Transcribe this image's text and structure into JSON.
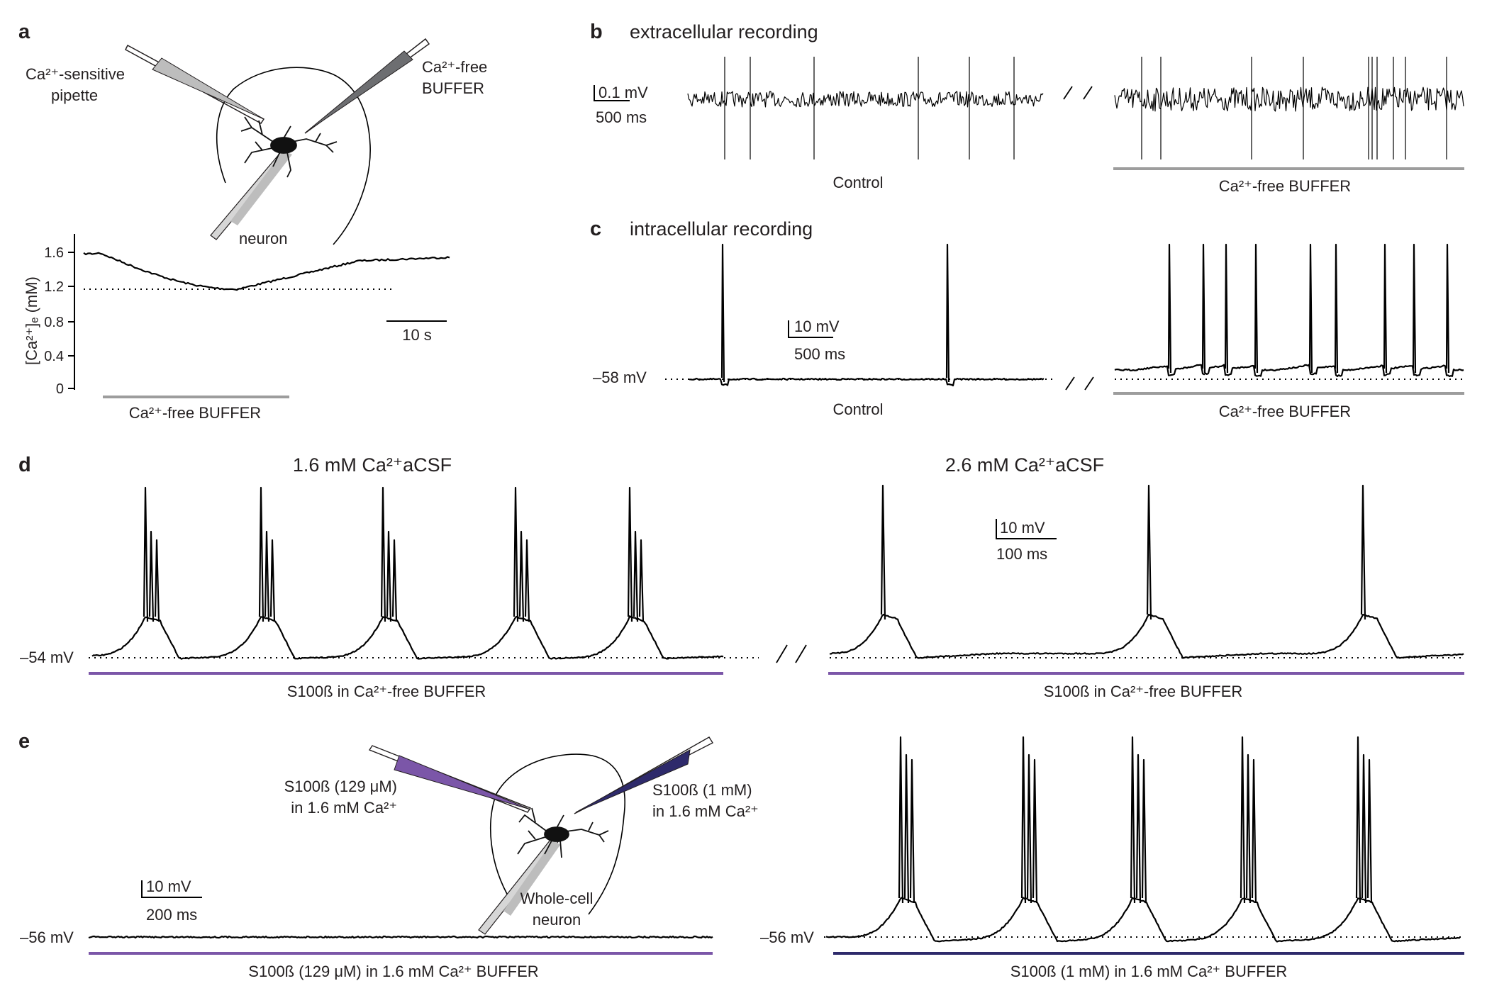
{
  "panels": {
    "a": {
      "letter": "a",
      "pipette_left": "Ca²⁺-sensitive pipette",
      "pipette_left_l1": "Ca²⁺-sensitive",
      "pipette_left_l2": "pipette",
      "pipette_right_l1": "Ca²⁺-free",
      "pipette_right_l2": "BUFFER",
      "neuron": "neuron",
      "ylabel": "[Ca²⁺]ₑ (mM)",
      "yticks": [
        "1.6",
        "1.2",
        "0.8",
        "0.4",
        "0"
      ],
      "scale_time": "10 s",
      "bar_label": "Ca²⁺-free BUFFER"
    },
    "b": {
      "letter": "b",
      "title": "extracellular recording",
      "scale_v": "0.1 mV",
      "scale_t": "500 ms",
      "left_label": "Control",
      "right_label": "Ca²⁺-free BUFFER"
    },
    "c": {
      "letter": "c",
      "title": "intracellular recording",
      "scale_v": "10 mV",
      "scale_t": "500 ms",
      "baseline": "–58 mV",
      "left_label": "Control",
      "right_label": "Ca²⁺-free BUFFER"
    },
    "d": {
      "letter": "d",
      "title_left": "1.6 mM Ca²⁺aCSF",
      "title_right": "2.6 mM Ca²⁺aCSF",
      "scale_v": "10 mV",
      "scale_t": "100 ms",
      "baseline": "–54 mV",
      "left_label": "S100ß in Ca²⁺-free BUFFER",
      "right_label": "S100ß in Ca²⁺-free BUFFER"
    },
    "e": {
      "letter": "e",
      "pipette_left_l1": "S100ß (129 μM)",
      "pipette_left_l2": "in 1.6 mM Ca²⁺",
      "pipette_right_l1": "S100ß (1 mM)",
      "pipette_right_l2": "in 1.6 mM Ca²⁺",
      "neuron_l1": "Whole-cell",
      "neuron_l2": "neuron",
      "scale_v": "10 mV",
      "scale_t": "200 ms",
      "baseline_left": "–56 mV",
      "baseline_right": "–56 mV",
      "left_label": "S100ß (129 μM) in 1.6 mM Ca²⁺ BUFFER",
      "right_label": "S100ß (1 mM) in 1.6 mM Ca²⁺ BUFFER"
    }
  },
  "colors": {
    "trace": "#000000",
    "bar_gray": "#9d9d9d",
    "bar_purple": "#7b56a8",
    "bar_navy": "#2e2a6b",
    "pipette_gray": "#bdbdbd",
    "pipette_dark": "#6d6e71"
  }
}
